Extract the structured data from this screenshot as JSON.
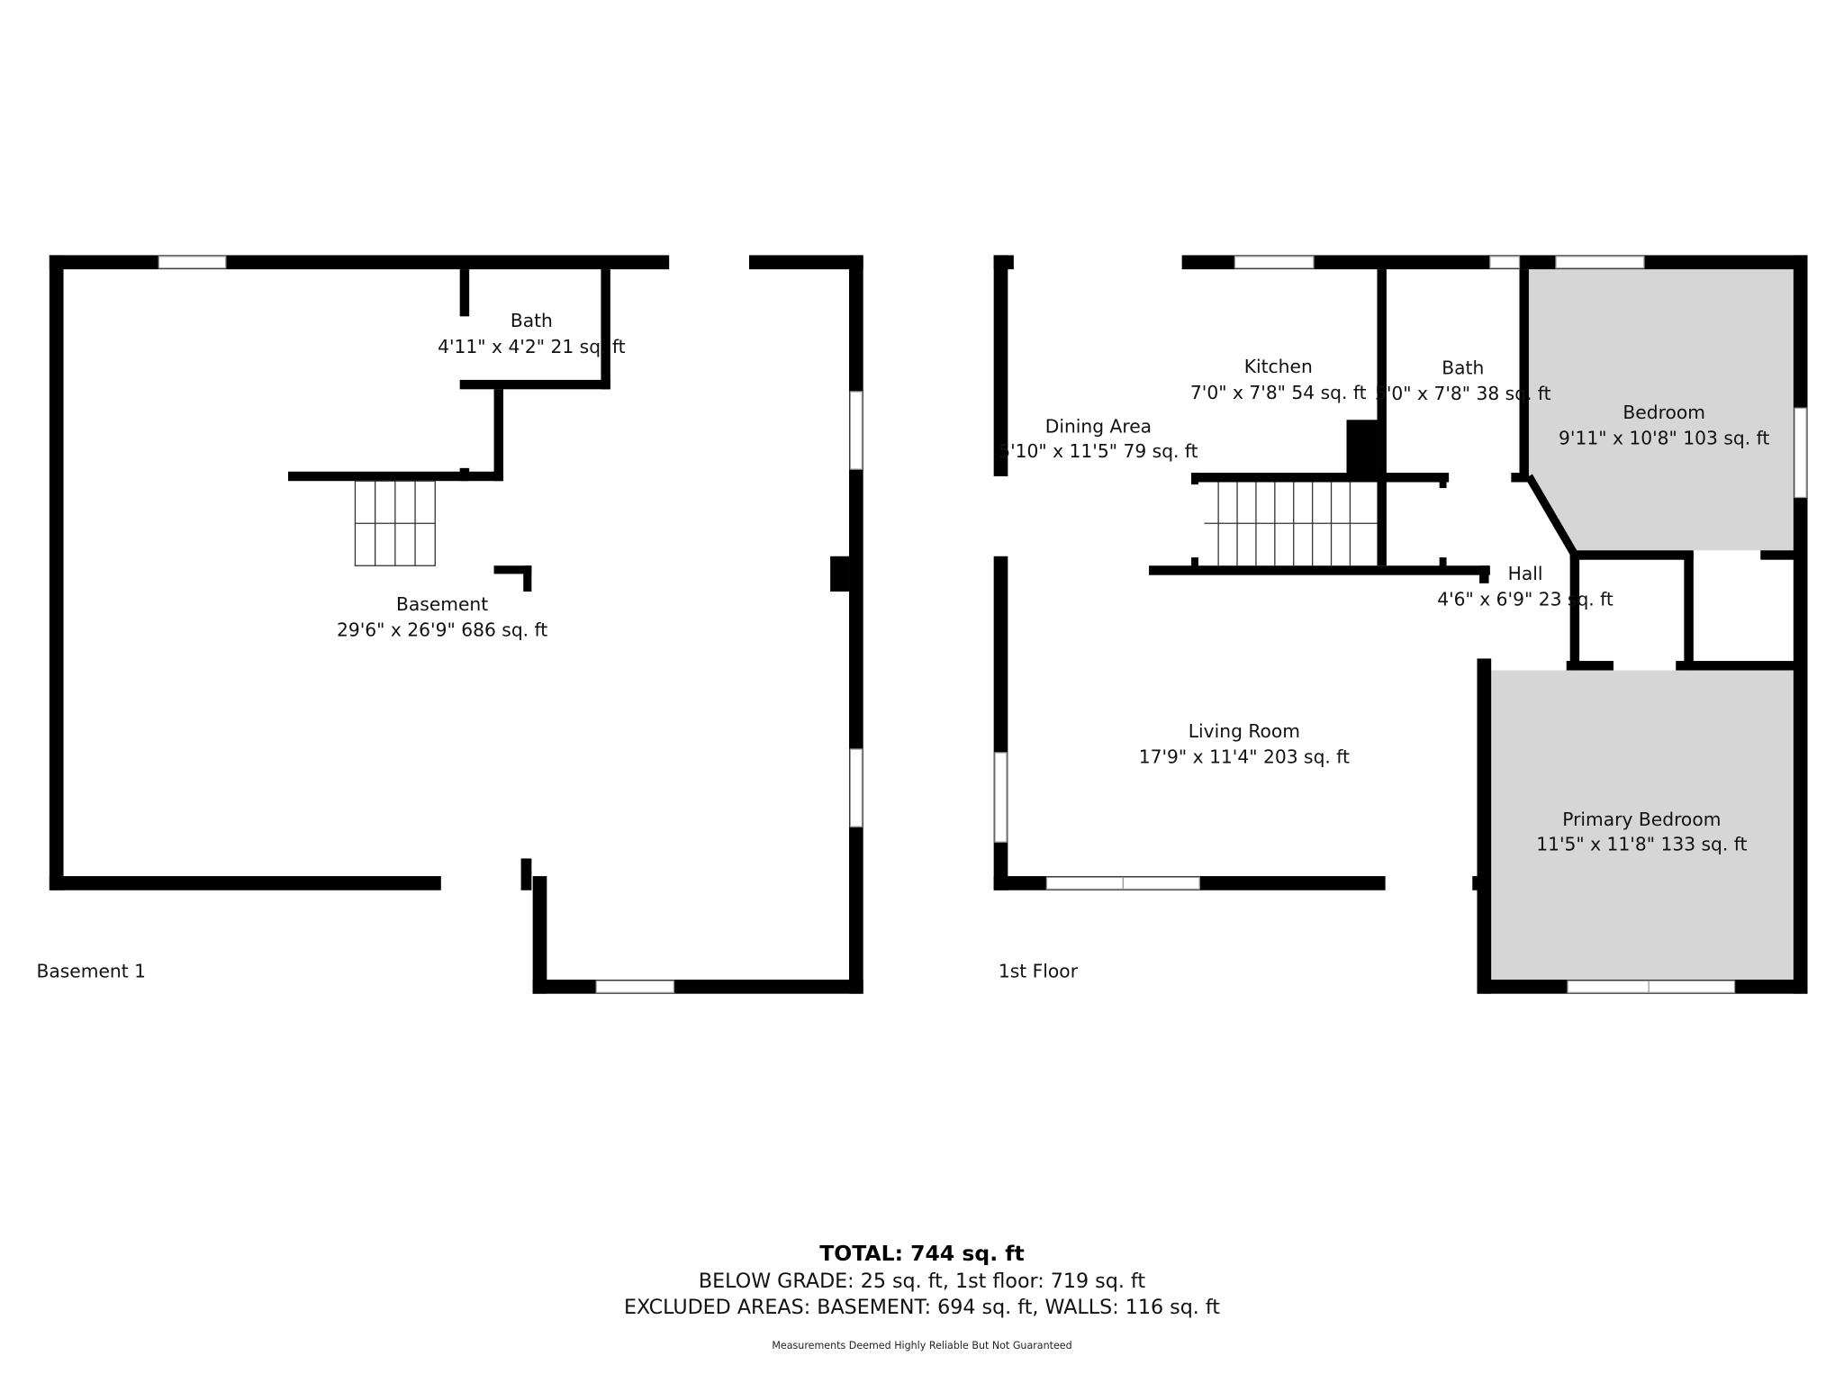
{
  "floors": [
    {
      "label": "Basement 1",
      "rooms": [
        {
          "name": "Bath",
          "dims": "4'11\" x 4'2\" 21 sq. ft"
        },
        {
          "name": "Basement",
          "dims": "29'6\" x 26'9\" 686 sq. ft"
        }
      ]
    },
    {
      "label": "1st Floor",
      "rooms": [
        {
          "name": "Dining Area",
          "dims": "5'10\" x 11'5\" 79 sq. ft"
        },
        {
          "name": "Kitchen",
          "dims": "7'0\" x 7'8\" 54 sq. ft"
        },
        {
          "name": "Bath",
          "dims": "5'0\" x 7'8\" 38 sq. ft"
        },
        {
          "name": "Bedroom",
          "dims": "9'11\" x 10'8\" 103 sq. ft"
        },
        {
          "name": "Hall",
          "dims": "4'6\" x 6'9\" 23 sq. ft"
        },
        {
          "name": "Living Room",
          "dims": "17'9\" x 11'4\" 203 sq. ft"
        },
        {
          "name": "Primary Bedroom",
          "dims": "11'5\" x 11'8\" 133 sq. ft"
        }
      ]
    }
  ],
  "summary": {
    "total": "TOTAL: 744 sq. ft",
    "below_grade": "BELOW GRADE: 25 sq. ft, 1st floor: 719 sq. ft",
    "excluded": "EXCLUDED AREAS: BASEMENT: 694 sq. ft, WALLS: 116 sq. ft",
    "disclaimer": "Measurements Deemed Highly Reliable But Not Guaranteed"
  },
  "colors": {
    "wall": "#000000",
    "bedroom_fill": "#d6d6d6"
  }
}
